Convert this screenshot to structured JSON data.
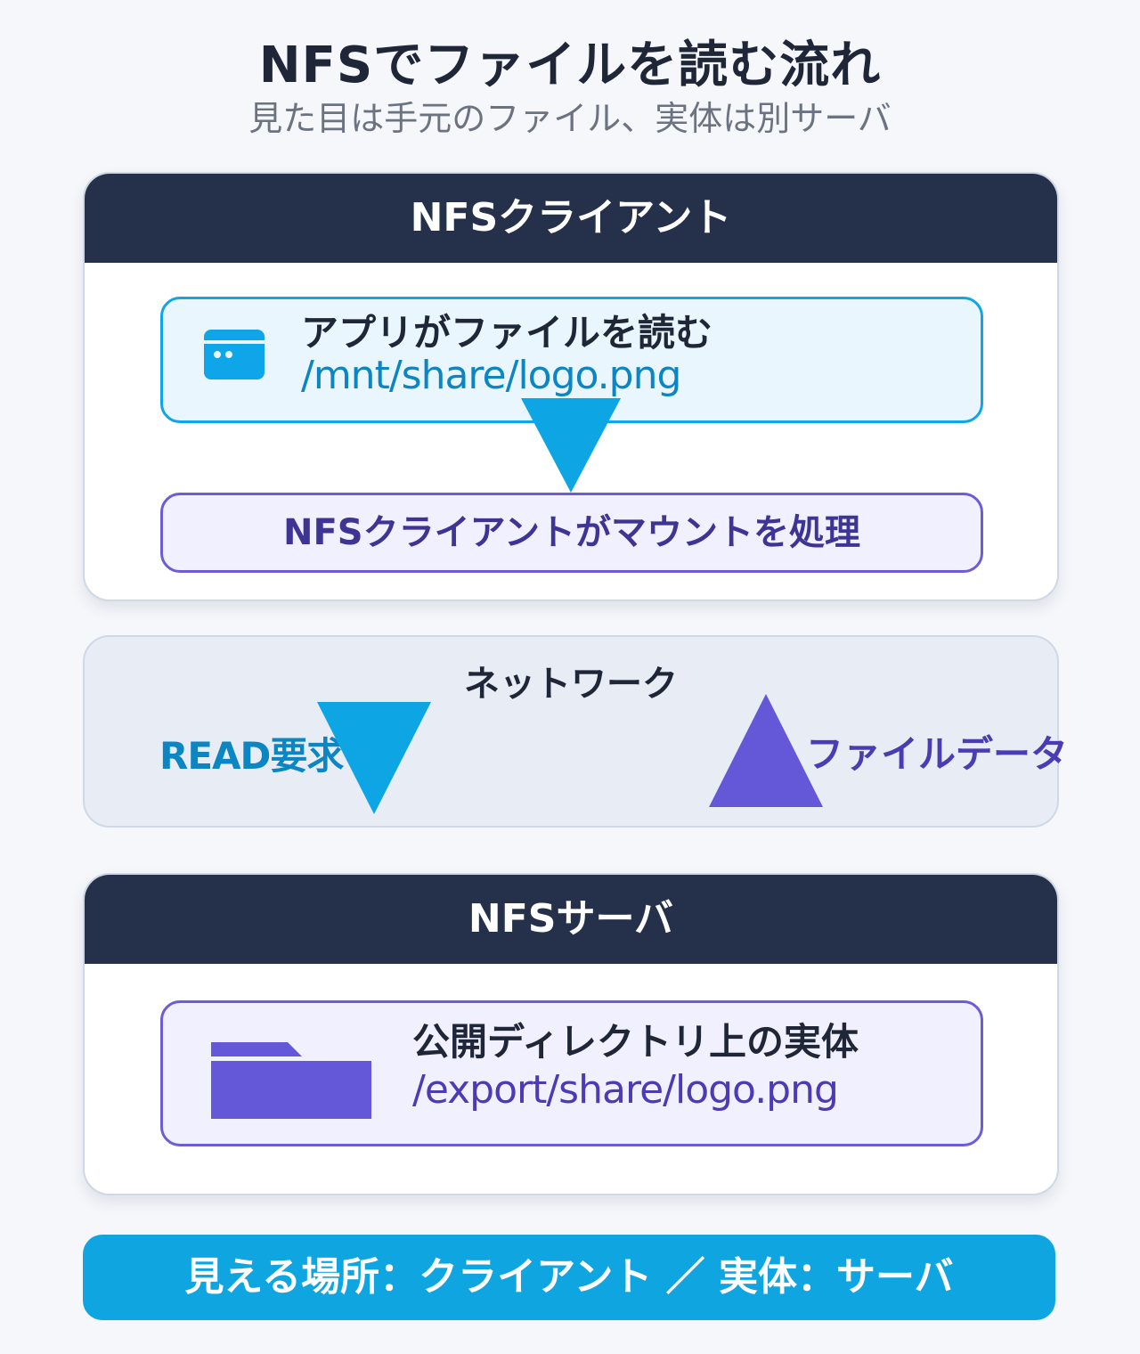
{
  "header": {
    "title": "NFSでファイルを読む流れ",
    "subtitle": "見た目は手元のファイル、実体は別サーバ"
  },
  "client": {
    "title": "NFSクライアント",
    "app_label": "アプリがファイルを読む",
    "app_path": "/mnt/share/logo.png",
    "mount_label": "NFSクライアントがマウントを処理"
  },
  "network": {
    "title": "ネットワーク",
    "request_label": "READ要求",
    "response_label": "ファイルデータ"
  },
  "server": {
    "title": "NFSサーバ",
    "export_label": "公開ディレクトリ上の実体",
    "export_path": "/export/share/logo.png"
  },
  "footer": {
    "summary": "見える場所：クライアント ／ 実体：サーバ"
  },
  "colors": {
    "dark_header": "#25304a",
    "blue_accent": "#0ea5e9",
    "purple_accent": "#6458d8"
  },
  "icons": {
    "app": "app-window-icon",
    "folder": "folder-icon"
  }
}
